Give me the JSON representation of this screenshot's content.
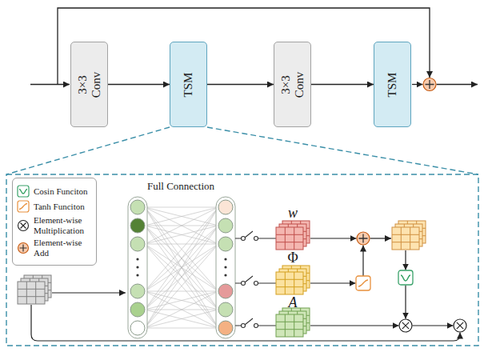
{
  "diagram": {
    "nodes": [
      {
        "text": [
          "3×3 Conv"
        ]
      },
      {
        "text": [
          "TSM"
        ]
      },
      {
        "text": [
          "3×3 Conv"
        ]
      },
      {
        "text": [
          "TSM"
        ]
      }
    ],
    "edges": [
      {
        "from": 0,
        "to": 1,
        "arrow": "to"
      },
      {
        "from": 1,
        "to": 2,
        "arrow": "to"
      },
      {
        "from": 2,
        "to": 3,
        "arrow": "to"
      }
    ],
    "labels": [
      "Full Connection",
      "w",
      "Φ",
      "A"
    ],
    "legend": [
      {
        "text": "Cosin Funciton"
      },
      {
        "text": "Tanh Funciton"
      },
      {
        "text": "Element-wise Multiplication"
      },
      {
        "text": "Element-wise Add"
      }
    ]
  }
}
